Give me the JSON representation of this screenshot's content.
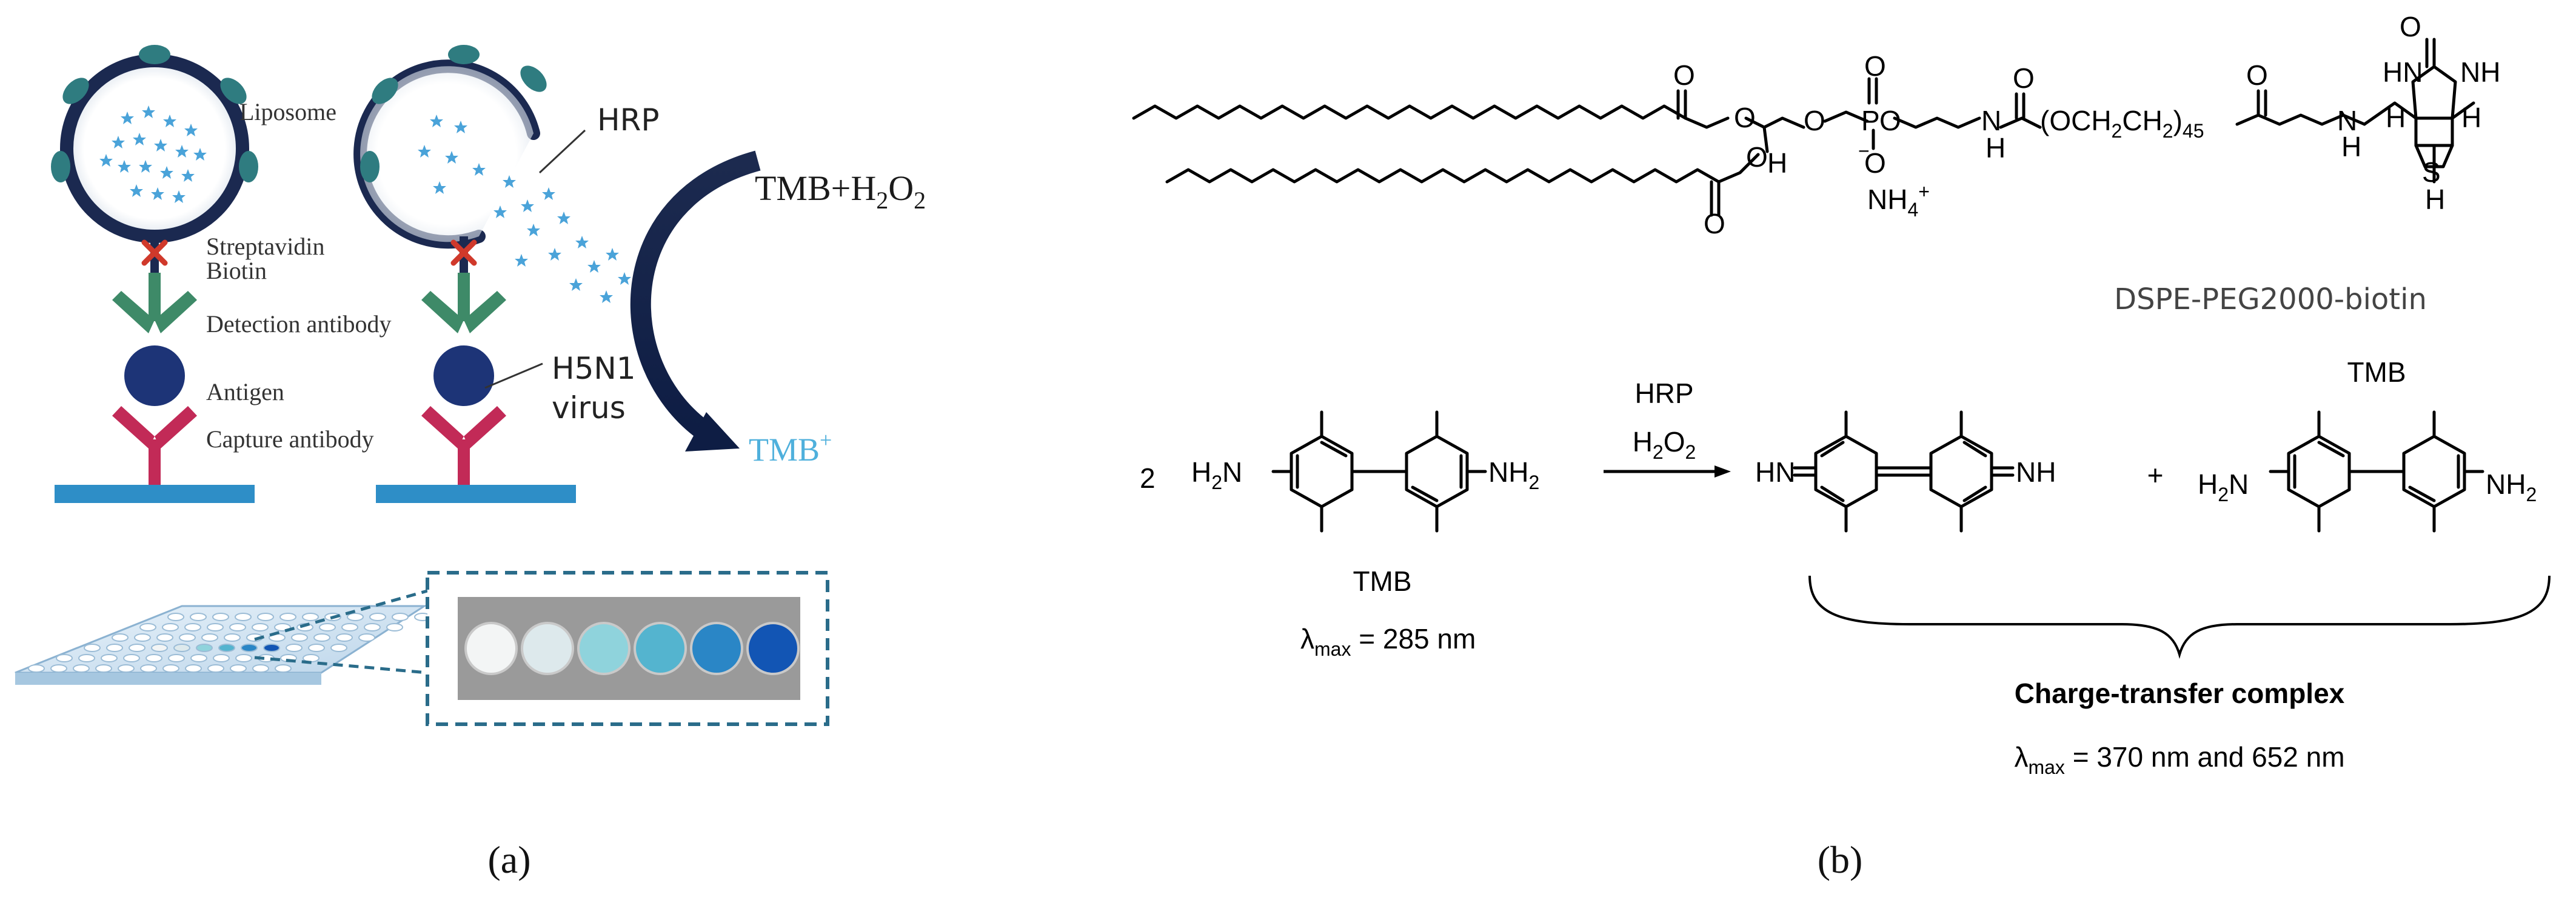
{
  "panel_a": {
    "liposome_label": "Liposome",
    "hrp_label": "HRP",
    "streptavidin_label": "Streptavidin",
    "biotin_label": "Biotin",
    "detection_antibody_label": "Detection antibody",
    "antigen_label": "Antigen",
    "capture_antibody_label": "Capture antibody",
    "virus_label_line1": "H5N1",
    "virus_label_line2": "virus",
    "substrate_label": "TMB+H",
    "substrate_sub": "2",
    "substrate_tail": "O",
    "substrate_sub2": "2",
    "product_label": "TMB",
    "product_sup": "+",
    "well_colors": [
      "#f3f5f5",
      "#dde9ec",
      "#8fd3dc",
      "#54b4cf",
      "#2a86c6",
      "#1255b4"
    ],
    "caption": "(a)"
  },
  "panel_b": {
    "compound_name": "DSPE-PEG2000-biotin",
    "peg_label": "(OCH",
    "peg_sub1": "2",
    "peg_mid": "CH",
    "peg_sub2": "2",
    "peg_close": ")",
    "peg_sub3": "45",
    "ammonium_label": "NH",
    "ammonium_sub": "4",
    "ammonium_sup": "+",
    "coefficient": "2",
    "reagent_top": "HRP",
    "reagent_bottom": "H",
    "reagent_sub": "2",
    "reagent_tail": "O",
    "reagent_sub2": "2",
    "reactant_name": "TMB",
    "reactant_lambda": "= 285 nm",
    "product_tmb_label": "TMB",
    "plus": "+",
    "complex_label": "Charge-transfer complex",
    "complex_lambda": "= 370 nm and 652 nm",
    "lambda_symbol": "λ",
    "lambda_sub": "max",
    "caption": "(b)"
  }
}
